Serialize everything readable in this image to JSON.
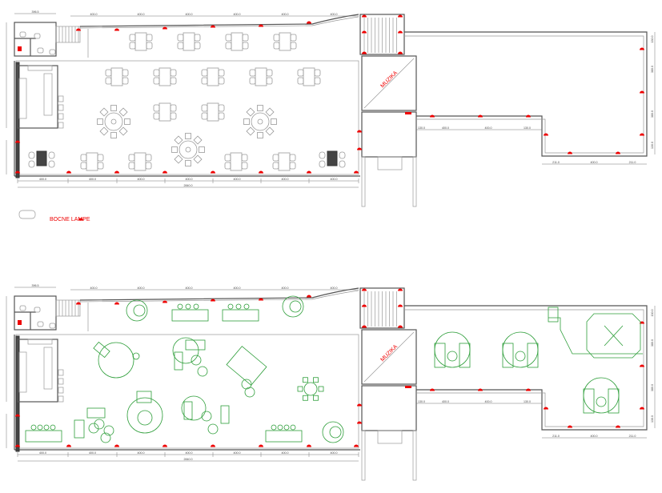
{
  "plans": [
    {
      "variant": "existing",
      "furniture_color": "#9a9a9a"
    },
    {
      "variant": "proposed",
      "furniture_color": "#2e9e3a"
    }
  ],
  "labels": {
    "music_room": "MUZIKA",
    "legend_lamps": "BOCNE LAMPE"
  },
  "dimensions": {
    "hall_segments": [
      "400.0",
      "400.0",
      "400.0",
      "400.0",
      "400.0",
      "400.0",
      "400.0"
    ],
    "hall_total": "2840.0",
    "top_segments": [
      "400.0",
      "400.0",
      "400.0",
      "400.0",
      "400.0",
      "400.0"
    ],
    "toilet_total": "396.5",
    "terrace_inner": [
      "130.0",
      "400.0",
      "400.0",
      "130.0"
    ],
    "terrace_bottom": [
      "211.0",
      "400.0",
      "211.0"
    ],
    "terrace_right": [
      "130.0",
      "380.0",
      "380.0",
      "130.0"
    ]
  },
  "colors": {
    "lamp": "#e00000",
    "walls": "#555555",
    "accent": "#2e9e3a"
  }
}
